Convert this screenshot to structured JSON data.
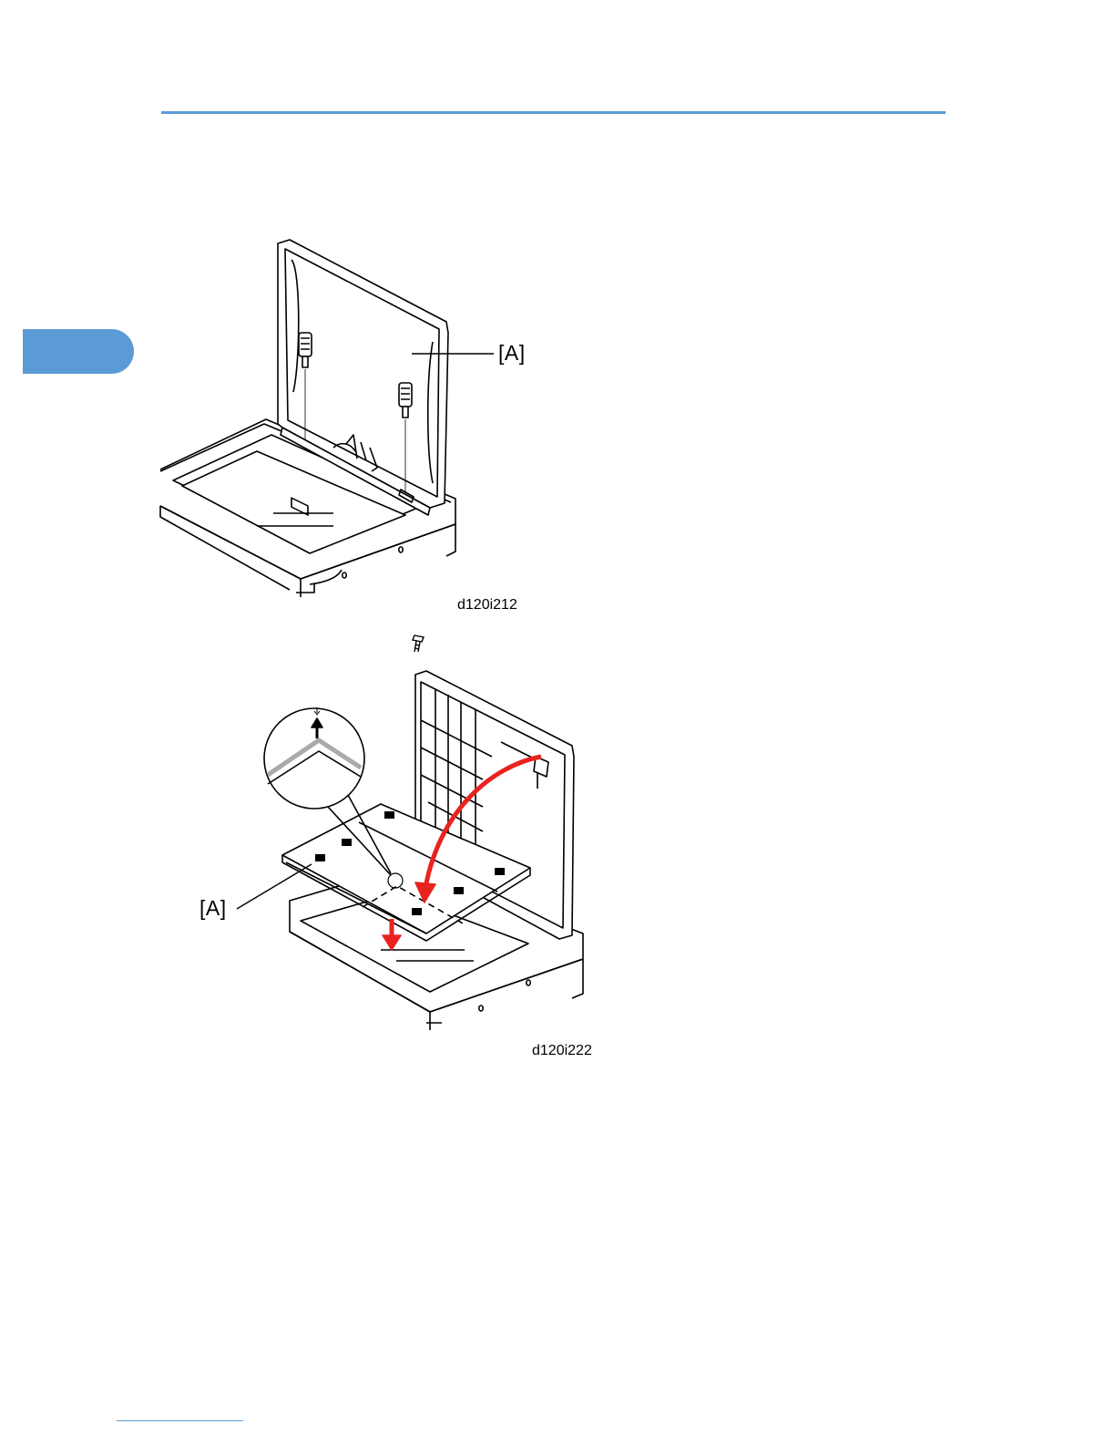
{
  "figures": [
    {
      "callout": "[A]",
      "figure_id": "d120i212"
    },
    {
      "callout": "[A]",
      "figure_id": "d120i222",
      "icon": "screw-icon"
    }
  ],
  "colors": {
    "accent": "#5b9bd5",
    "arrow": "#e8231f"
  }
}
